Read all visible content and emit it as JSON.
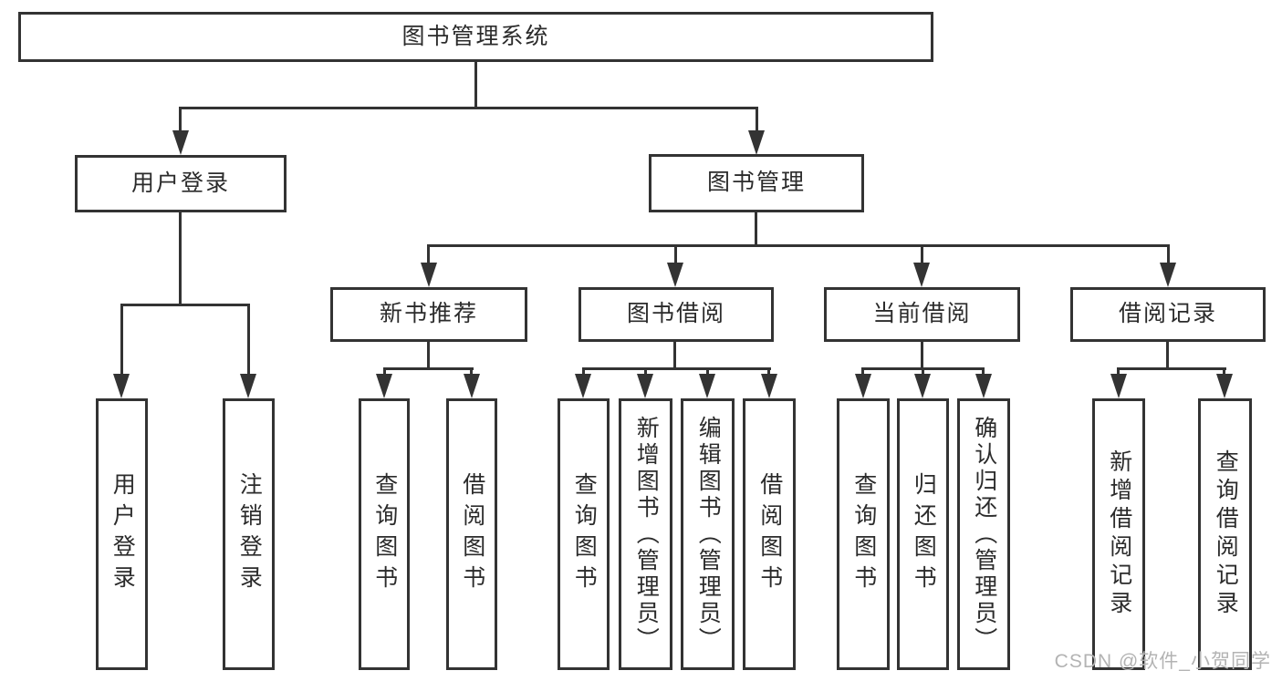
{
  "colors": {
    "line": "#333333",
    "text": "#2b2b2b",
    "box_background": "#ffffff",
    "watermark": "#b3b3b3"
  },
  "watermark": {
    "text": "CSDN @软件_小贺同学"
  },
  "tree": {
    "root": {
      "label": "图书管理系统",
      "children": [
        {
          "label": "用户登录",
          "children": [
            {
              "label": "用户登录"
            },
            {
              "label": "注销登录"
            }
          ]
        },
        {
          "label": "图书管理",
          "children": [
            {
              "label": "新书推荐",
              "children": [
                {
                  "label": "查询图书"
                },
                {
                  "label": "借阅图书"
                }
              ]
            },
            {
              "label": "图书借阅",
              "children": [
                {
                  "label": "查询图书"
                },
                {
                  "label": "新增图书（管理员）"
                },
                {
                  "label": "编辑图书（管理员）"
                },
                {
                  "label": "借阅图书"
                }
              ]
            },
            {
              "label": "当前借阅",
              "children": [
                {
                  "label": "查询图书"
                },
                {
                  "label": "归还图书"
                },
                {
                  "label": "确认归还（管理员）"
                }
              ]
            },
            {
              "label": "借阅记录",
              "children": [
                {
                  "label": "新增借阅记录"
                },
                {
                  "label": "查询借阅记录"
                }
              ]
            }
          ]
        }
      ]
    }
  }
}
